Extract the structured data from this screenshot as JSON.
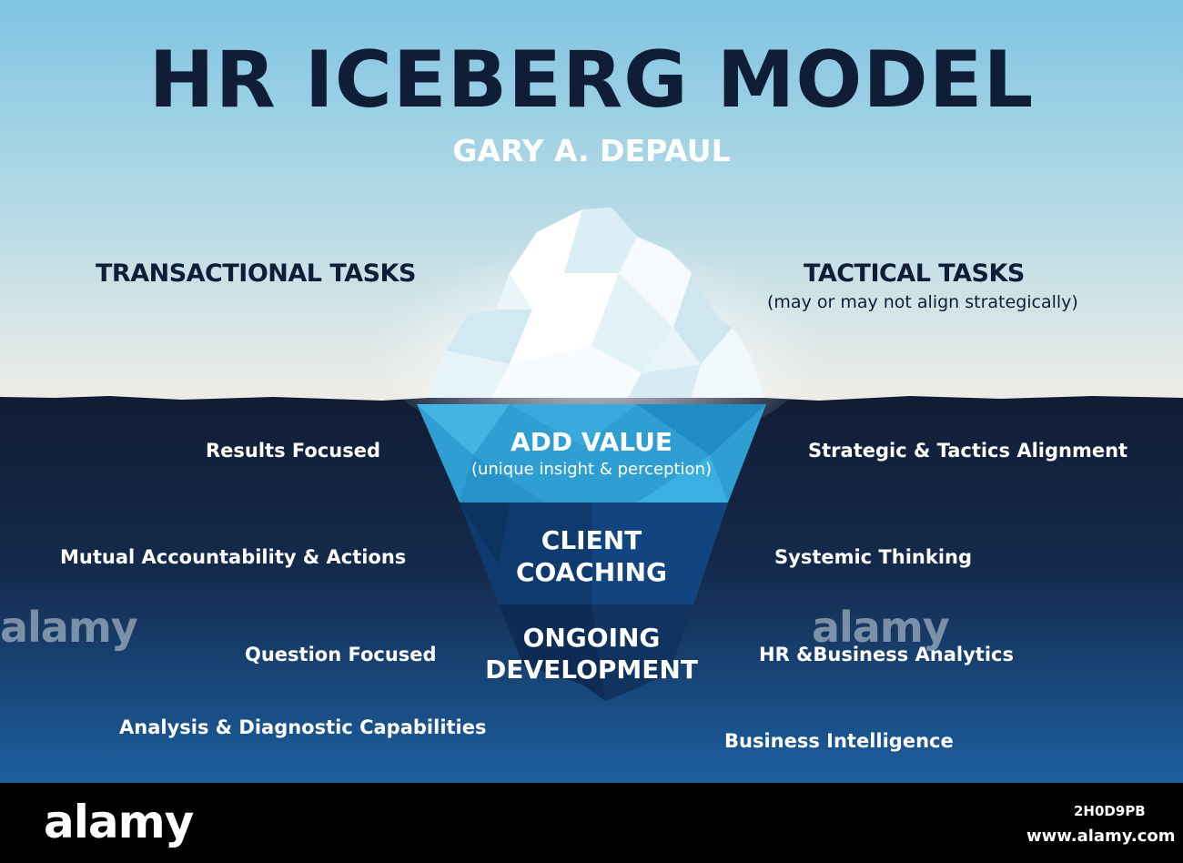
{
  "title": "HR ICEBERG MODEL",
  "subtitle": "GARY A. DEPAUL",
  "left_heading": "TRANSACTIONAL TASKS",
  "right_heading": "TACTICAL TASKS",
  "right_heading_note": "(may or may not align strategically)",
  "layers": [
    {
      "label": "ADD VALUE",
      "note": "(unique insight & perception)"
    },
    {
      "label_line1": "CLIENT",
      "label_line2": "COACHING"
    },
    {
      "label_line1": "ONGOING",
      "label_line2": "DEVELOPMENT"
    }
  ],
  "left_items": [
    "Results Focused",
    "Mutual Accountability & Actions",
    "Question Focused",
    "Analysis & Diagnostic Capabilities"
  ],
  "right_items": [
    "Strategic & Tactics Alignment",
    "Systemic Thinking",
    "HR &Business  Analytics",
    "Business Intelligence"
  ],
  "footer": {
    "brand": "alamy",
    "image_id": "2H0D9PB",
    "url": "www.alamy.com"
  },
  "colors": {
    "sky_top": "#7fc4e2",
    "sky_bottom": "#eeede7",
    "sea_top": "#111d35",
    "sea_bottom": "#1c5fa0",
    "title": "#0f1e36",
    "layer_add_value": "#2f9fd3",
    "layer_client_coaching": "#0f3a6e",
    "layer_ongoing_development": "#0d2b55"
  }
}
